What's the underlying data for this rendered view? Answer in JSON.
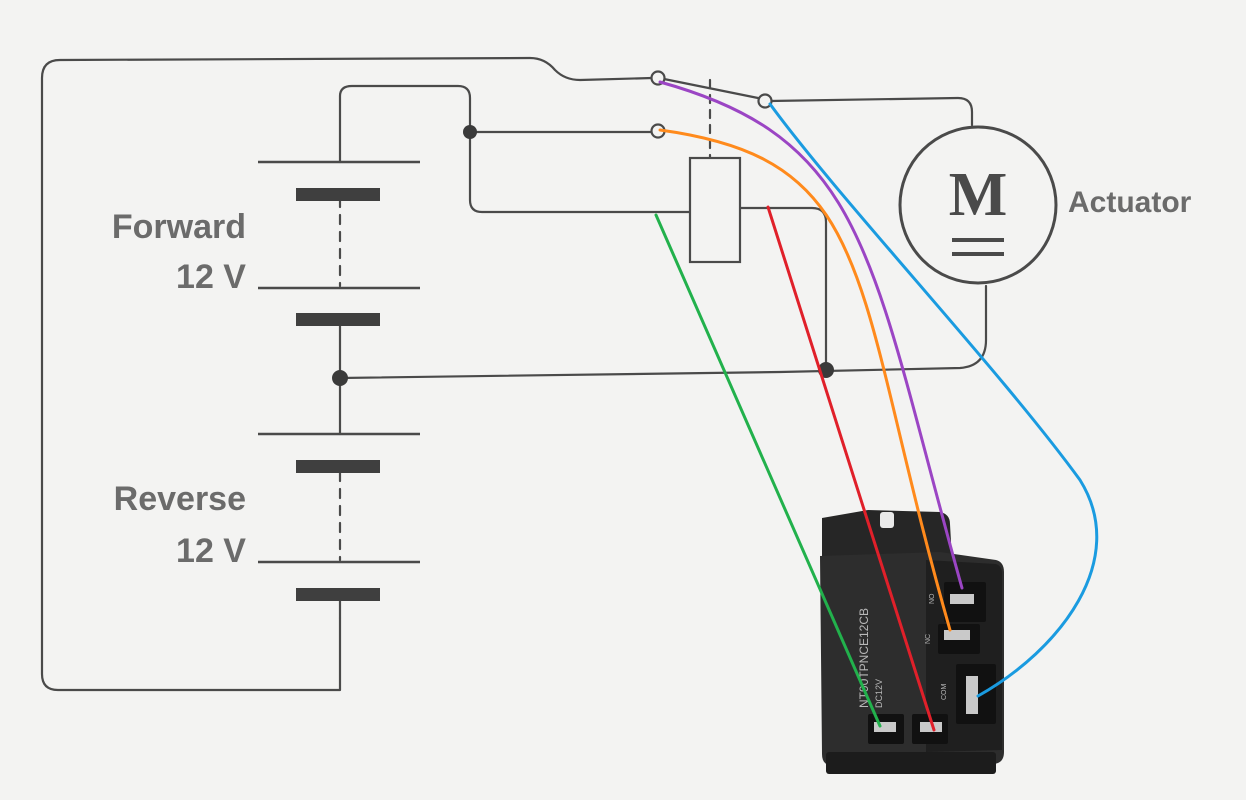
{
  "labels": {
    "forward": "Forward",
    "forward_voltage": "12 V",
    "reverse": "Reverse",
    "reverse_voltage": "12 V",
    "motor_letter": "M",
    "actuator": "Actuator"
  },
  "relay": {
    "model": "NT90TPNCE12CB",
    "coil": "DC12V",
    "pin_no": "NO",
    "pin_nc": "NC",
    "pin_com": "COM"
  },
  "wire_colors": {
    "line": "#4a4a4a",
    "green": "#22b14c",
    "red": "#e0202a",
    "orange": "#ff8a1c",
    "purple": "#9b45c4",
    "blue": "#1a9be0"
  }
}
